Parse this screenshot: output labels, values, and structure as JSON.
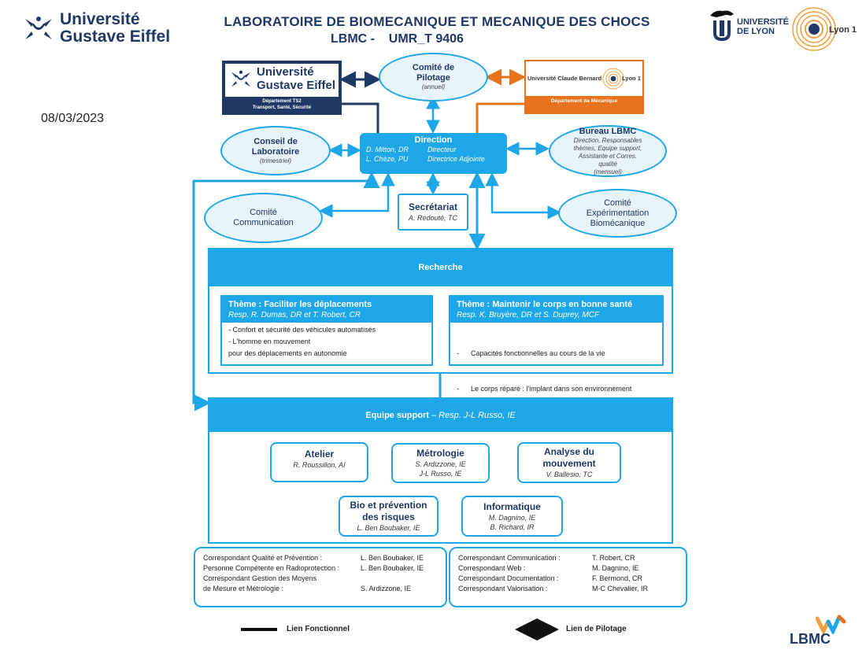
{
  "header": {
    "title_line1": "LABORATOIRE DE BIOMECANIQUE ET MECANIQUE DES CHOCS",
    "title_line2": "LBMC -    UMR_T 9406",
    "date": "08/03/2023"
  },
  "logos": {
    "uge_line1": "Université",
    "uge_line2": "Gustave Eiffel",
    "udl_line1": "UNIVERSITÉ",
    "udl_line2": "DE LYON",
    "lyon1": "Lyon 1",
    "lbmc": "LBMC"
  },
  "uge_box": {
    "line1": "Université",
    "line2": "Gustave Eiffel",
    "dept1": "Département TS2",
    "dept2": "Transport, Santé, Sécurité"
  },
  "ucbl_box": {
    "name": "Université Claude Bernard",
    "lyon1": "Lyon 1",
    "dept": "Département de Mécanique"
  },
  "comite_pilotage": {
    "title1": "Comité de",
    "title2": "Pilotage",
    "sub": "(annuel)"
  },
  "conseil": {
    "title1": "Conseil de",
    "title2": "Laboratoire",
    "sub": "(trimestriel)"
  },
  "direction": {
    "title": "Direction",
    "name1": "D. Mitton, DR",
    "role1": "Directeur",
    "name2": "L. Chèze, PU",
    "role2": "Directrice Adjointe"
  },
  "bureau": {
    "title": "Bureau LBMC",
    "l1": "Direction, Responsables",
    "l2": "thèmes, Equipe support,",
    "l3": "Assistante et Corres.",
    "l4": "qualité",
    "l5": "(mensuel)"
  },
  "comite_comm": {
    "title1": "Comité",
    "title2": "Communication"
  },
  "secretariat": {
    "title": "Secrétariat",
    "sub": "A. Redouté, TC"
  },
  "comite_exp": {
    "title1": "Comité",
    "title2": "Expérimentation",
    "title3": "Biomécanique"
  },
  "recherche": {
    "title": "Recherche",
    "theme1": {
      "title": "Thème  : Faciliter les déplacements",
      "resp": "Resp. R. Dumas, DR et T. Robert, CR",
      "items": [
        "- Confort et sécurité des véhicules automatisés",
        "- L'homme  en mouvement",
        "pour des déplacements en autonomie"
      ]
    },
    "theme2": {
      "title": "Thème  : Maintenir le corps en bonne santé",
      "resp": "Resp. K. Bruyère,  DR et S. Duprey, MCF",
      "items": [
        "-      Capacités fonctionnelles au cours de la vie",
        "-      Le corps réparé : l'implant dans son environnement"
      ]
    }
  },
  "support": {
    "title": "Equipe support",
    "resp": " – Resp. J-L Russo, IE",
    "atelier": {
      "title": "Atelier",
      "sub1": "R. Roussillon, AI"
    },
    "metrologie": {
      "title": "Métrologie",
      "sub1": "S. Ardizzone, IE",
      "sub2": "J-L Russo, IE"
    },
    "analyse": {
      "title1": "Analyse du",
      "title2": "mouvement",
      "sub1": "V. Ballesio, TC"
    },
    "bio": {
      "title1": "Bio et prévention",
      "title2": "des risques",
      "sub1": "L. Ben Boubaker, IE"
    },
    "info": {
      "title": "Informatique",
      "sub1": "M. Dagnino, IE",
      "sub2": "B. Richard, IR"
    }
  },
  "corr_left": [
    {
      "label": "Correspondant Qualité  et Prévention :",
      "value": "L. Ben Boubaker, IE"
    },
    {
      "label": "Personne Compétente  en Radioprotection :",
      "value": "L. Ben Boubaker, IE"
    },
    {
      "label": "Correspondant Gestion des Moyens",
      "value": ""
    },
    {
      "label": "de Mesure et Métrologie :",
      "value": "S. Ardizzone, IE"
    }
  ],
  "corr_right": [
    {
      "label": "Correspondant Communication :",
      "value": "T. Robert, CR"
    },
    {
      "label": "Correspondant Web :",
      "value": "M. Dagnino, IE"
    },
    {
      "label": "Correspondant Documentation :",
      "value": "F. Bermond,  CR"
    },
    {
      "label": "Correspondant Valorisation :",
      "value": "M-C Chevalier, IR"
    }
  ],
  "legend": {
    "fonctionnel": "Lien Fonctionnel",
    "pilotage": "Lien  de Pilotage"
  },
  "colors": {
    "blue": "#1ea7e8",
    "navy": "#1f3864",
    "orange": "#e8731e"
  }
}
